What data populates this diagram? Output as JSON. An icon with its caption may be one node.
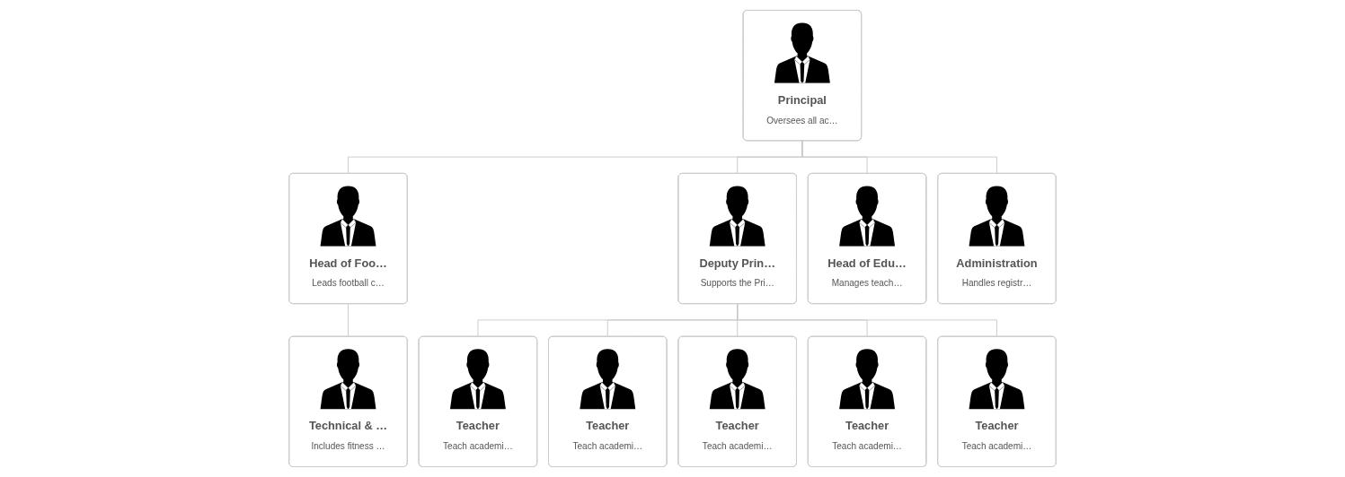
{
  "diagram": {
    "nodes": [
      {
        "text": [
          "Principal",
          "Oversees all ac…"
        ]
      },
      {
        "text": [
          "Head of Foo…",
          "Leads football c…"
        ]
      },
      {
        "text": [
          "Deputy Prin…",
          "Supports the Pri…"
        ]
      },
      {
        "text": [
          "Head of Edu…",
          "Manages teach…"
        ]
      },
      {
        "text": [
          "Administration",
          "Handles registr…"
        ]
      },
      {
        "text": [
          "Technical & …",
          "Includes fitness …"
        ]
      },
      {
        "text": [
          "Teacher",
          "Teach academi…"
        ]
      },
      {
        "text": [
          "Teacher",
          "Teach academi…"
        ]
      },
      {
        "text": [
          "Teacher",
          "Teach academi…"
        ]
      },
      {
        "text": [
          "Teacher",
          "Teach academi…"
        ]
      },
      {
        "text": [
          "Teacher",
          "Teach academi…"
        ]
      }
    ],
    "edges": [
      {
        "from": 0,
        "to": 1,
        "arrow": "none"
      },
      {
        "from": 0,
        "to": 2,
        "arrow": "none"
      },
      {
        "from": 0,
        "to": 3,
        "arrow": "none"
      },
      {
        "from": 0,
        "to": 4,
        "arrow": "none"
      },
      {
        "from": 1,
        "to": 5,
        "arrow": "none"
      },
      {
        "from": 2,
        "to": 6,
        "arrow": "none"
      },
      {
        "from": 2,
        "to": 7,
        "arrow": "none"
      },
      {
        "from": 2,
        "to": 8,
        "arrow": "none"
      },
      {
        "from": 2,
        "to": 9,
        "arrow": "none"
      },
      {
        "from": 2,
        "to": 10,
        "arrow": "none"
      }
    ]
  }
}
